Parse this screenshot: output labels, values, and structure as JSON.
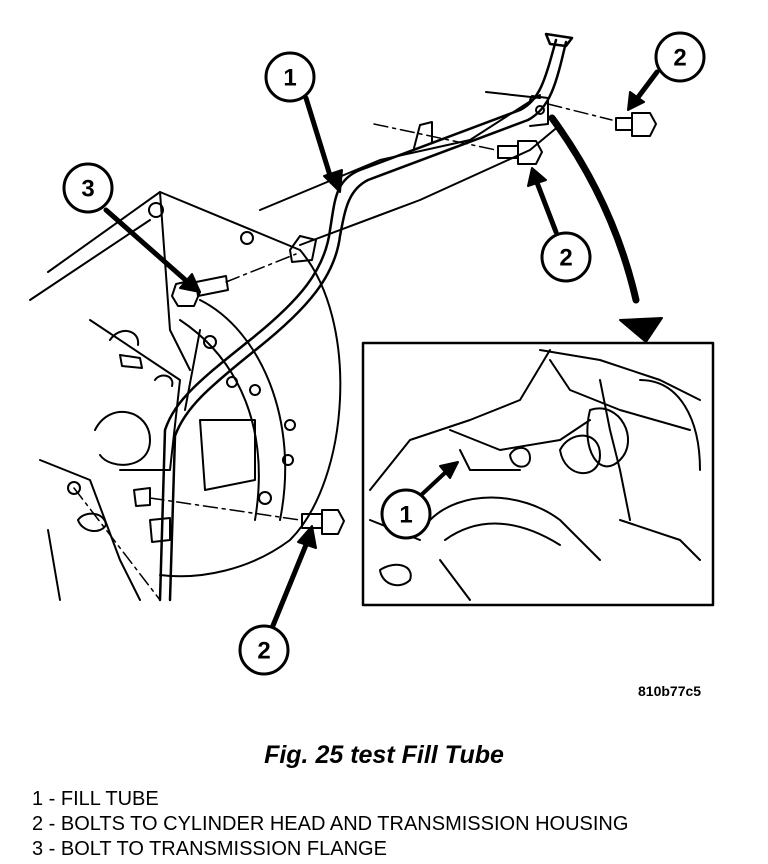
{
  "figure": {
    "reference_code": "810b77c5",
    "caption": "Fig. 25 test Fill Tube"
  },
  "callouts": {
    "fill_tube_main": "1",
    "fill_tube_inset": "1",
    "bolt_upper_right": "2",
    "bolt_middle_right": "2",
    "bolt_lower": "2",
    "bolt_flange": "3"
  },
  "legend": [
    "1 - FILL TUBE",
    "2 - BOLTS TO CYLINDER HEAD AND TRANSMISSION HOUSING",
    "3 - BOLT TO TRANSMISSION FLANGE"
  ]
}
